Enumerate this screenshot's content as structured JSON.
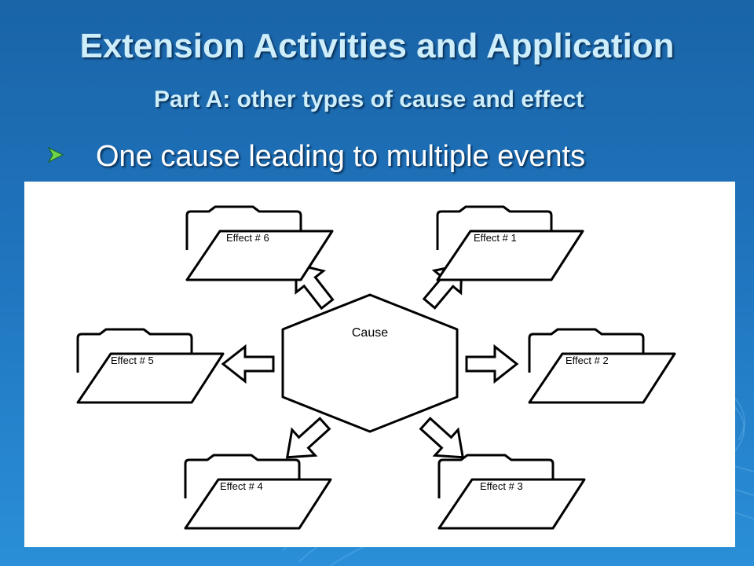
{
  "slide": {
    "title": "Extension Activities and Application",
    "subtitle": "Part A: other types of cause and effect",
    "bullet": "One cause leading to multiple events"
  },
  "diagram": {
    "cause": "Cause",
    "effects": [
      "Effect # 1",
      "Effect # 2",
      "Effect # 3",
      "Effect # 4",
      "Effect # 5",
      "Effect # 6"
    ]
  },
  "colors": {
    "title_text": "#cdeefa",
    "bullet_arrow": "#6fd34a",
    "panel": "#ffffff",
    "outline": "#000000"
  }
}
